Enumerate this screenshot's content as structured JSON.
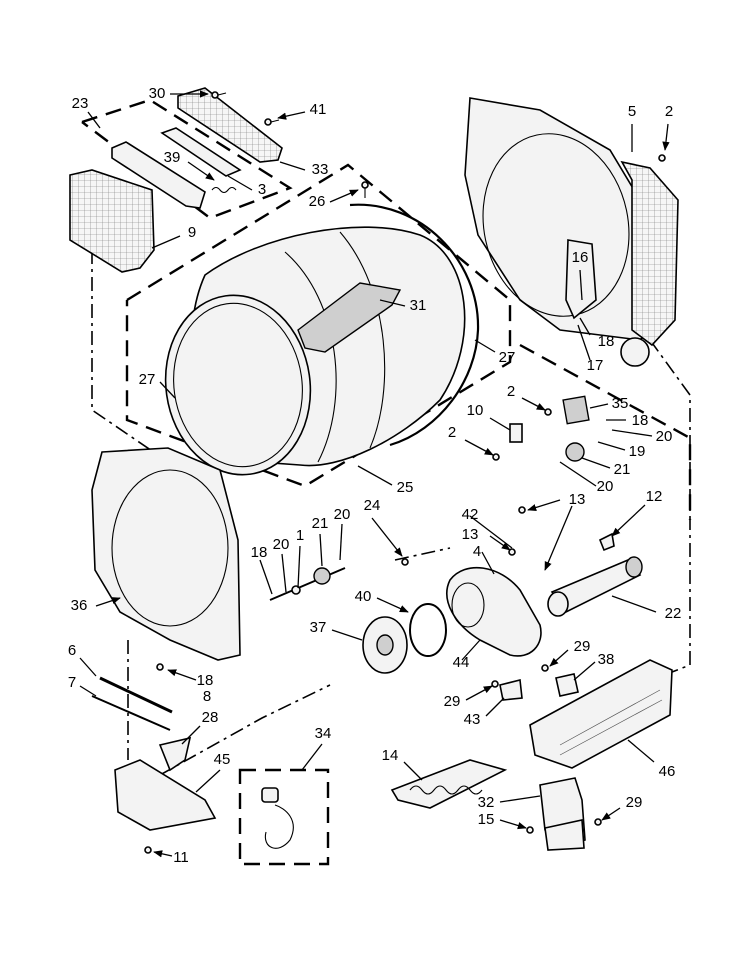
{
  "callouts": [
    {
      "id": "c30",
      "text": "30"
    },
    {
      "id": "c41",
      "text": "41"
    },
    {
      "id": "c23",
      "text": "23"
    },
    {
      "id": "c5",
      "text": "5"
    },
    {
      "id": "c2a",
      "text": "2"
    },
    {
      "id": "c39",
      "text": "39"
    },
    {
      "id": "c33",
      "text": "33"
    },
    {
      "id": "c3",
      "text": "3"
    },
    {
      "id": "c26",
      "text": "26"
    },
    {
      "id": "c9",
      "text": "9"
    },
    {
      "id": "c16",
      "text": "16"
    },
    {
      "id": "c31",
      "text": "31"
    },
    {
      "id": "c18a",
      "text": "18"
    },
    {
      "id": "c27a",
      "text": "27"
    },
    {
      "id": "c17",
      "text": "17"
    },
    {
      "id": "c27b",
      "text": "27"
    },
    {
      "id": "c2b",
      "text": "2"
    },
    {
      "id": "c35",
      "text": "35"
    },
    {
      "id": "c10",
      "text": "10"
    },
    {
      "id": "c18b",
      "text": "18"
    },
    {
      "id": "c2c",
      "text": "2"
    },
    {
      "id": "c20a",
      "text": "20"
    },
    {
      "id": "c19",
      "text": "19"
    },
    {
      "id": "c21a",
      "text": "21"
    },
    {
      "id": "c20b",
      "text": "20"
    },
    {
      "id": "c25",
      "text": "25"
    },
    {
      "id": "c24",
      "text": "24"
    },
    {
      "id": "c13a",
      "text": "13"
    },
    {
      "id": "c12",
      "text": "12"
    },
    {
      "id": "c42",
      "text": "42"
    },
    {
      "id": "c13b",
      "text": "13"
    },
    {
      "id": "c1",
      "text": "1"
    },
    {
      "id": "c21b",
      "text": "21"
    },
    {
      "id": "c20c",
      "text": "20"
    },
    {
      "id": "c18c",
      "text": "18"
    },
    {
      "id": "c20d",
      "text": "20"
    },
    {
      "id": "c4",
      "text": "4"
    },
    {
      "id": "c40",
      "text": "40"
    },
    {
      "id": "c36",
      "text": "36"
    },
    {
      "id": "c22",
      "text": "22"
    },
    {
      "id": "c37",
      "text": "37"
    },
    {
      "id": "c44",
      "text": "44"
    },
    {
      "id": "c6",
      "text": "6"
    },
    {
      "id": "c29a",
      "text": "29"
    },
    {
      "id": "c38",
      "text": "38"
    },
    {
      "id": "c18d",
      "text": "18"
    },
    {
      "id": "c7",
      "text": "7"
    },
    {
      "id": "c8",
      "text": "8"
    },
    {
      "id": "c29b",
      "text": "29"
    },
    {
      "id": "c43",
      "text": "43"
    },
    {
      "id": "c28",
      "text": "28"
    },
    {
      "id": "c34",
      "text": "34"
    },
    {
      "id": "c45",
      "text": "45"
    },
    {
      "id": "c14",
      "text": "14"
    },
    {
      "id": "c46",
      "text": "46"
    },
    {
      "id": "c32",
      "text": "32"
    },
    {
      "id": "c29c",
      "text": "29"
    },
    {
      "id": "c15",
      "text": "15"
    },
    {
      "id": "c11",
      "text": "11"
    }
  ]
}
